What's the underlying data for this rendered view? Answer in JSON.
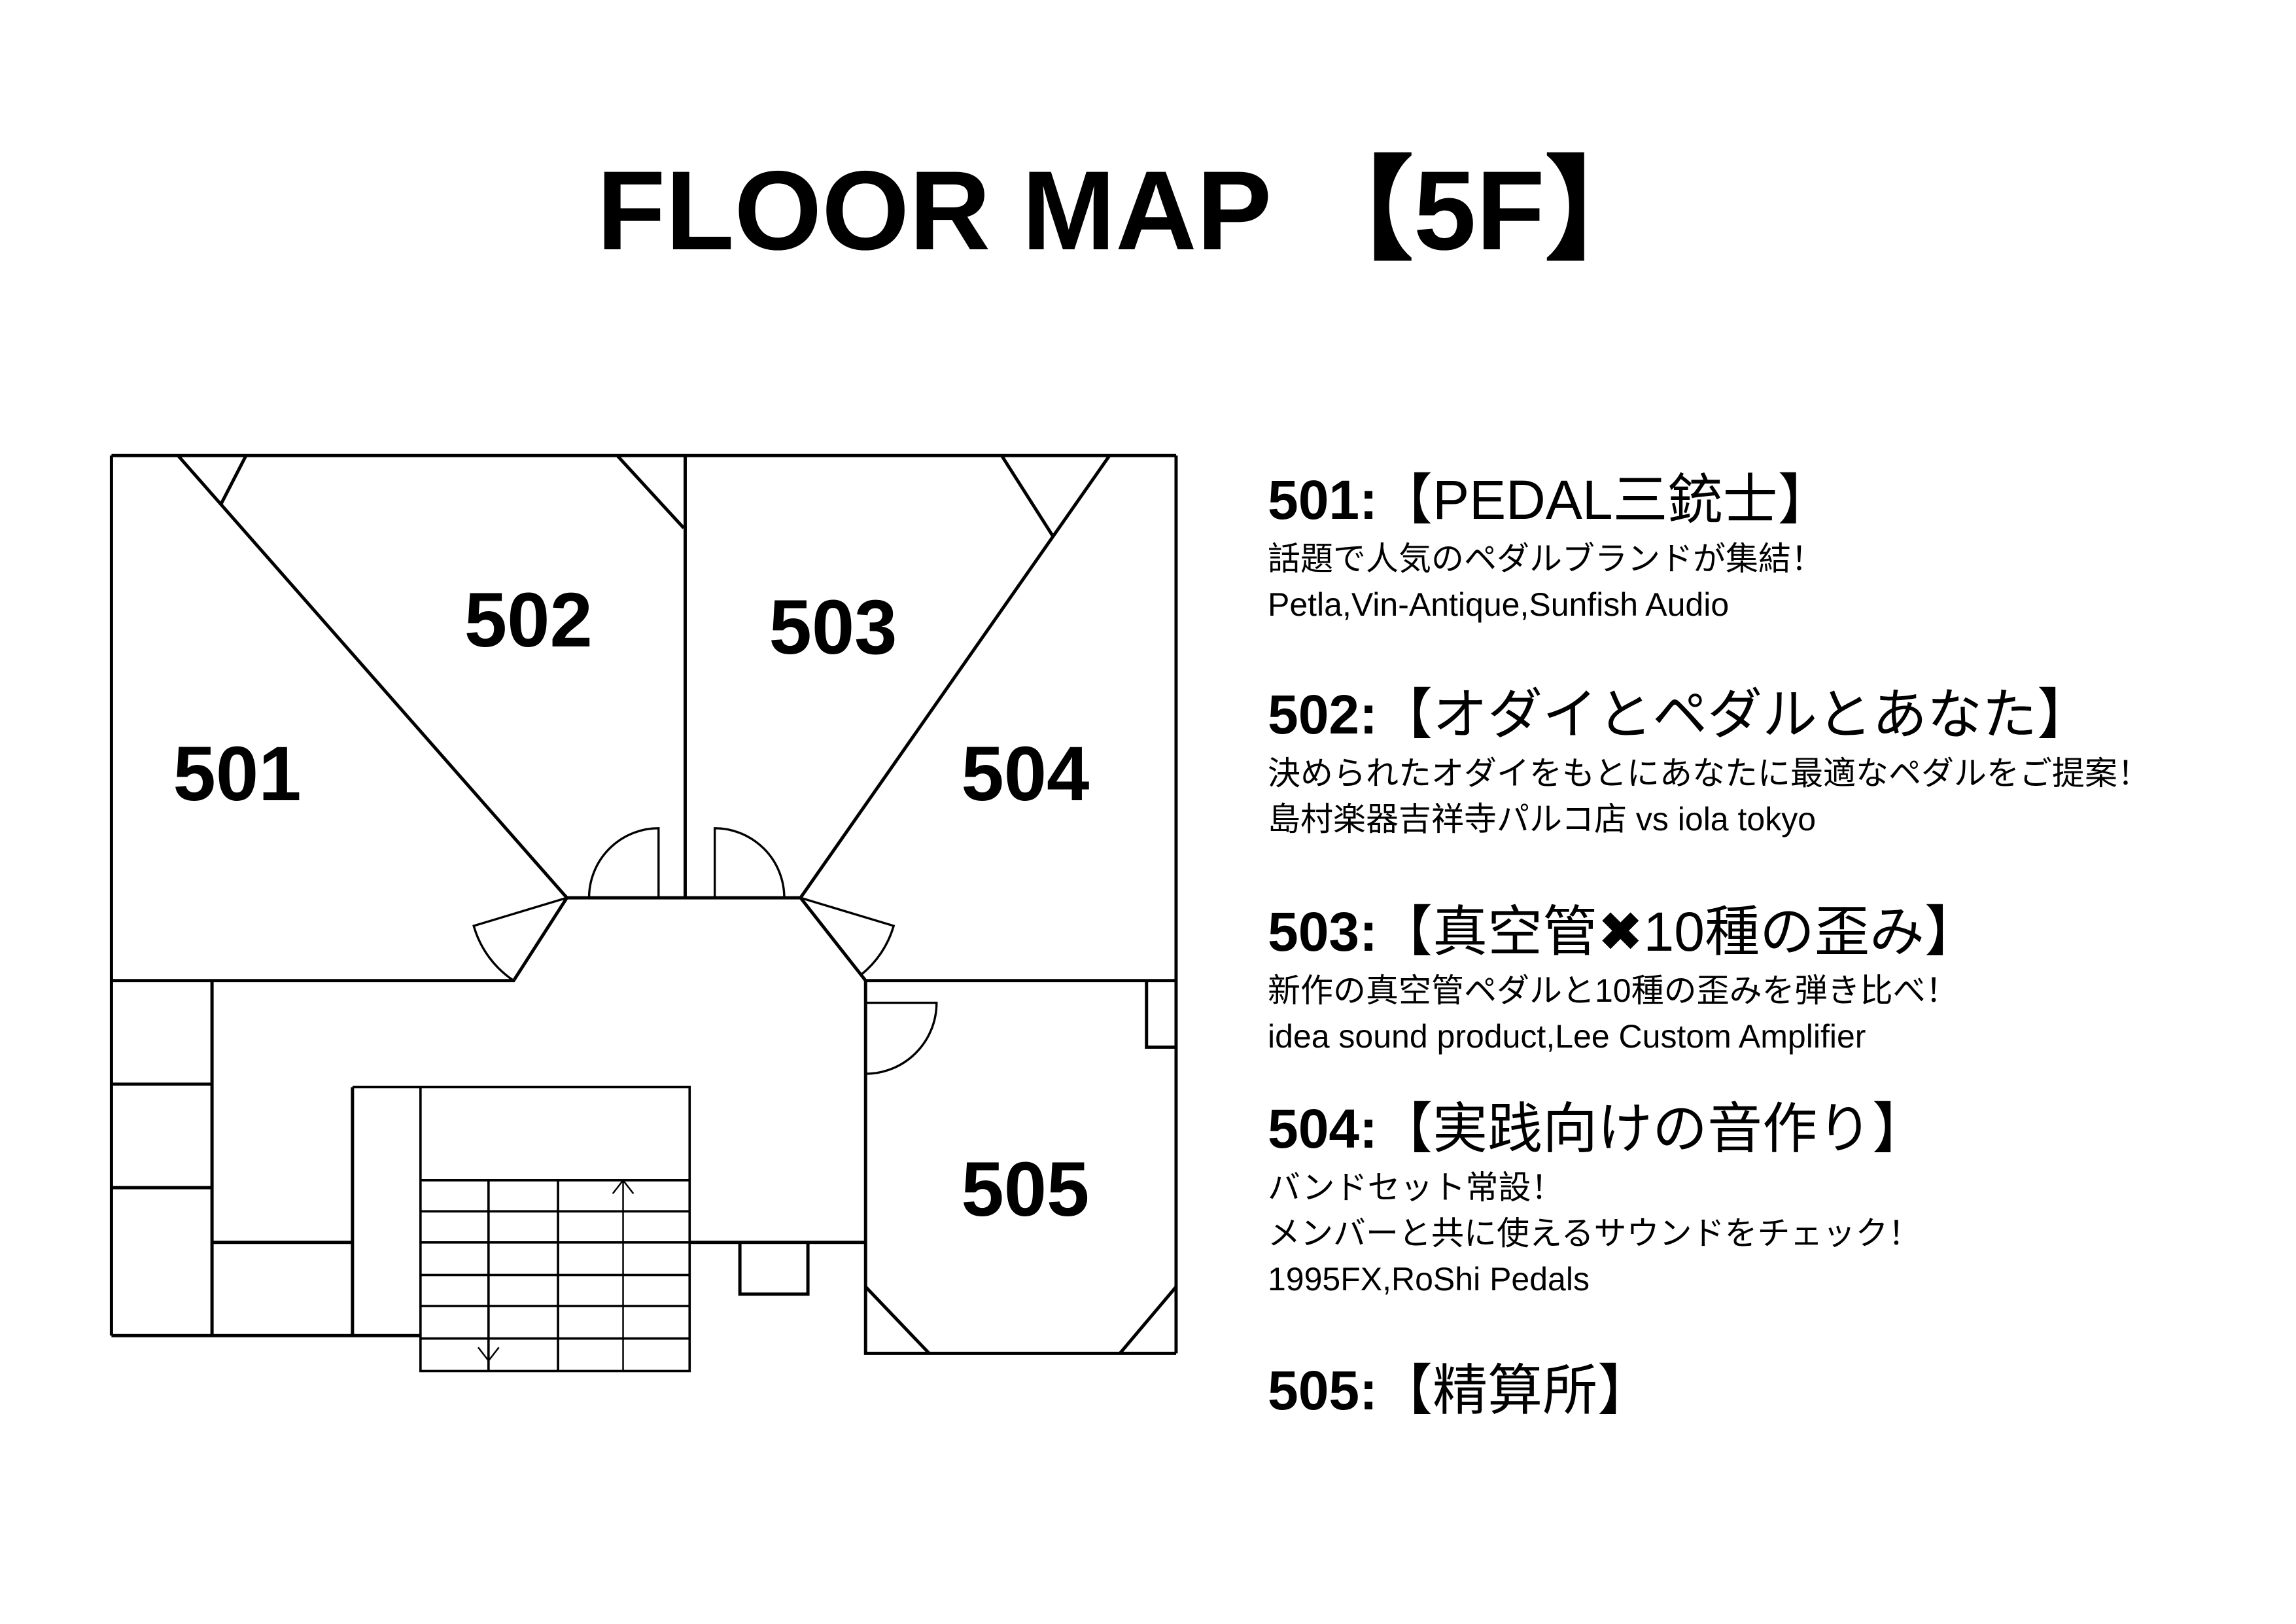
{
  "title": "FLOOR MAP 【5F】",
  "map": {
    "rooms": [
      {
        "label": "501"
      },
      {
        "label": "502"
      },
      {
        "label": "503"
      },
      {
        "label": "504"
      },
      {
        "label": "505"
      }
    ]
  },
  "legend": [
    {
      "number": "501:",
      "title": "【PEDAL三銃士】",
      "lines": [
        "話題で人気のペダルブランドが集結！",
        "Petla,Vin-Antique,Sunfish Audio"
      ]
    },
    {
      "number": "502:",
      "title": "【オダイとペダルとあなた】",
      "lines": [
        "決められたオダイをもとにあなたに最適なペダルをご提案！",
        "島村楽器吉祥寺パルコ店 vs iola tokyo"
      ]
    },
    {
      "number": "503:",
      "title": "【真空管✖10種の歪み】",
      "lines": [
        "新作の真空管ペダルと10種の歪みを弾き比べ！",
        "idea sound product,Lee Custom Amplifier"
      ]
    },
    {
      "number": "504:",
      "title": "【実践向けの音作り】",
      "lines": [
        "バンドセット常設！",
        "メンバーと共に使えるサウンドをチェック！",
        "1995FX,RoShi Pedals"
      ]
    },
    {
      "number": "505:",
      "title": "【精算所】",
      "lines": []
    }
  ]
}
